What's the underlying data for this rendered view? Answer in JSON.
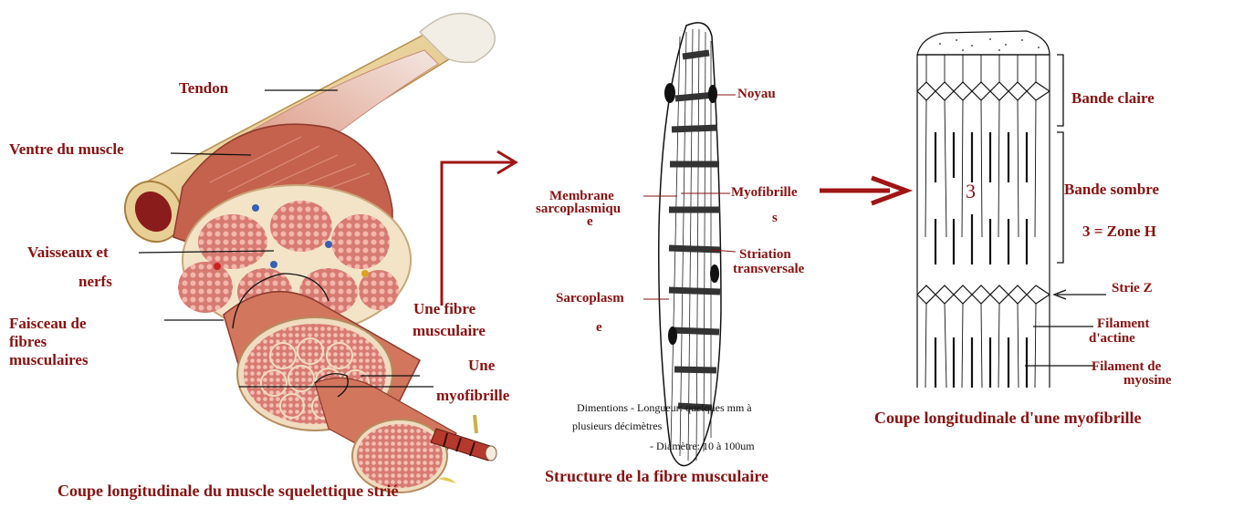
{
  "left": {
    "tendon": "Tendon",
    "ventre": "Ventre du muscle",
    "vaisseaux_1": "Vaisseaux et",
    "vaisseaux_2": "nerfs",
    "faisceau_1": "Faisceau de",
    "faisceau_2": "fibres",
    "faisceau_3": "musculaires",
    "fibre_1": "Une fibre",
    "fibre_2": "musculaire",
    "myofibrille_1": "Une",
    "myofibrille_2": "myofibrille",
    "caption": "Coupe longitudinale du muscle squelettique strié"
  },
  "middle": {
    "noyau": "Noyau",
    "membrane_1": "Membrane",
    "membrane_2": "sarcoplasmiqu",
    "membrane_3": "e",
    "myofibrilles_1": "Myofibrille",
    "myofibrilles_2": "s",
    "striation_1": "Striation",
    "striation_2": "transversale",
    "sarcoplasme_1": "Sarcoplasm",
    "sarcoplasme_2": "e",
    "dim_1": "Dimentions  - Longueur: quelques mm à",
    "dim_2": "plusieurs décimètres",
    "dim_3": "- Diamètre: 10 à 100um",
    "caption": "Structure de la fibre musculaire"
  },
  "right": {
    "bande_claire": "Bande claire",
    "bande_sombre": "Bande sombre",
    "zone_num": "3",
    "zone_h": "3 = Zone H",
    "strie_z": "Strie Z",
    "actine_1": "Filament",
    "actine_2": "d'actine",
    "myosine_1": "Filament de",
    "myosine_2": "myosine",
    "caption": "Coupe longitudinale d'une myofibrille"
  },
  "colors": {
    "label": "#8b1010",
    "arrow": "#a01515"
  }
}
